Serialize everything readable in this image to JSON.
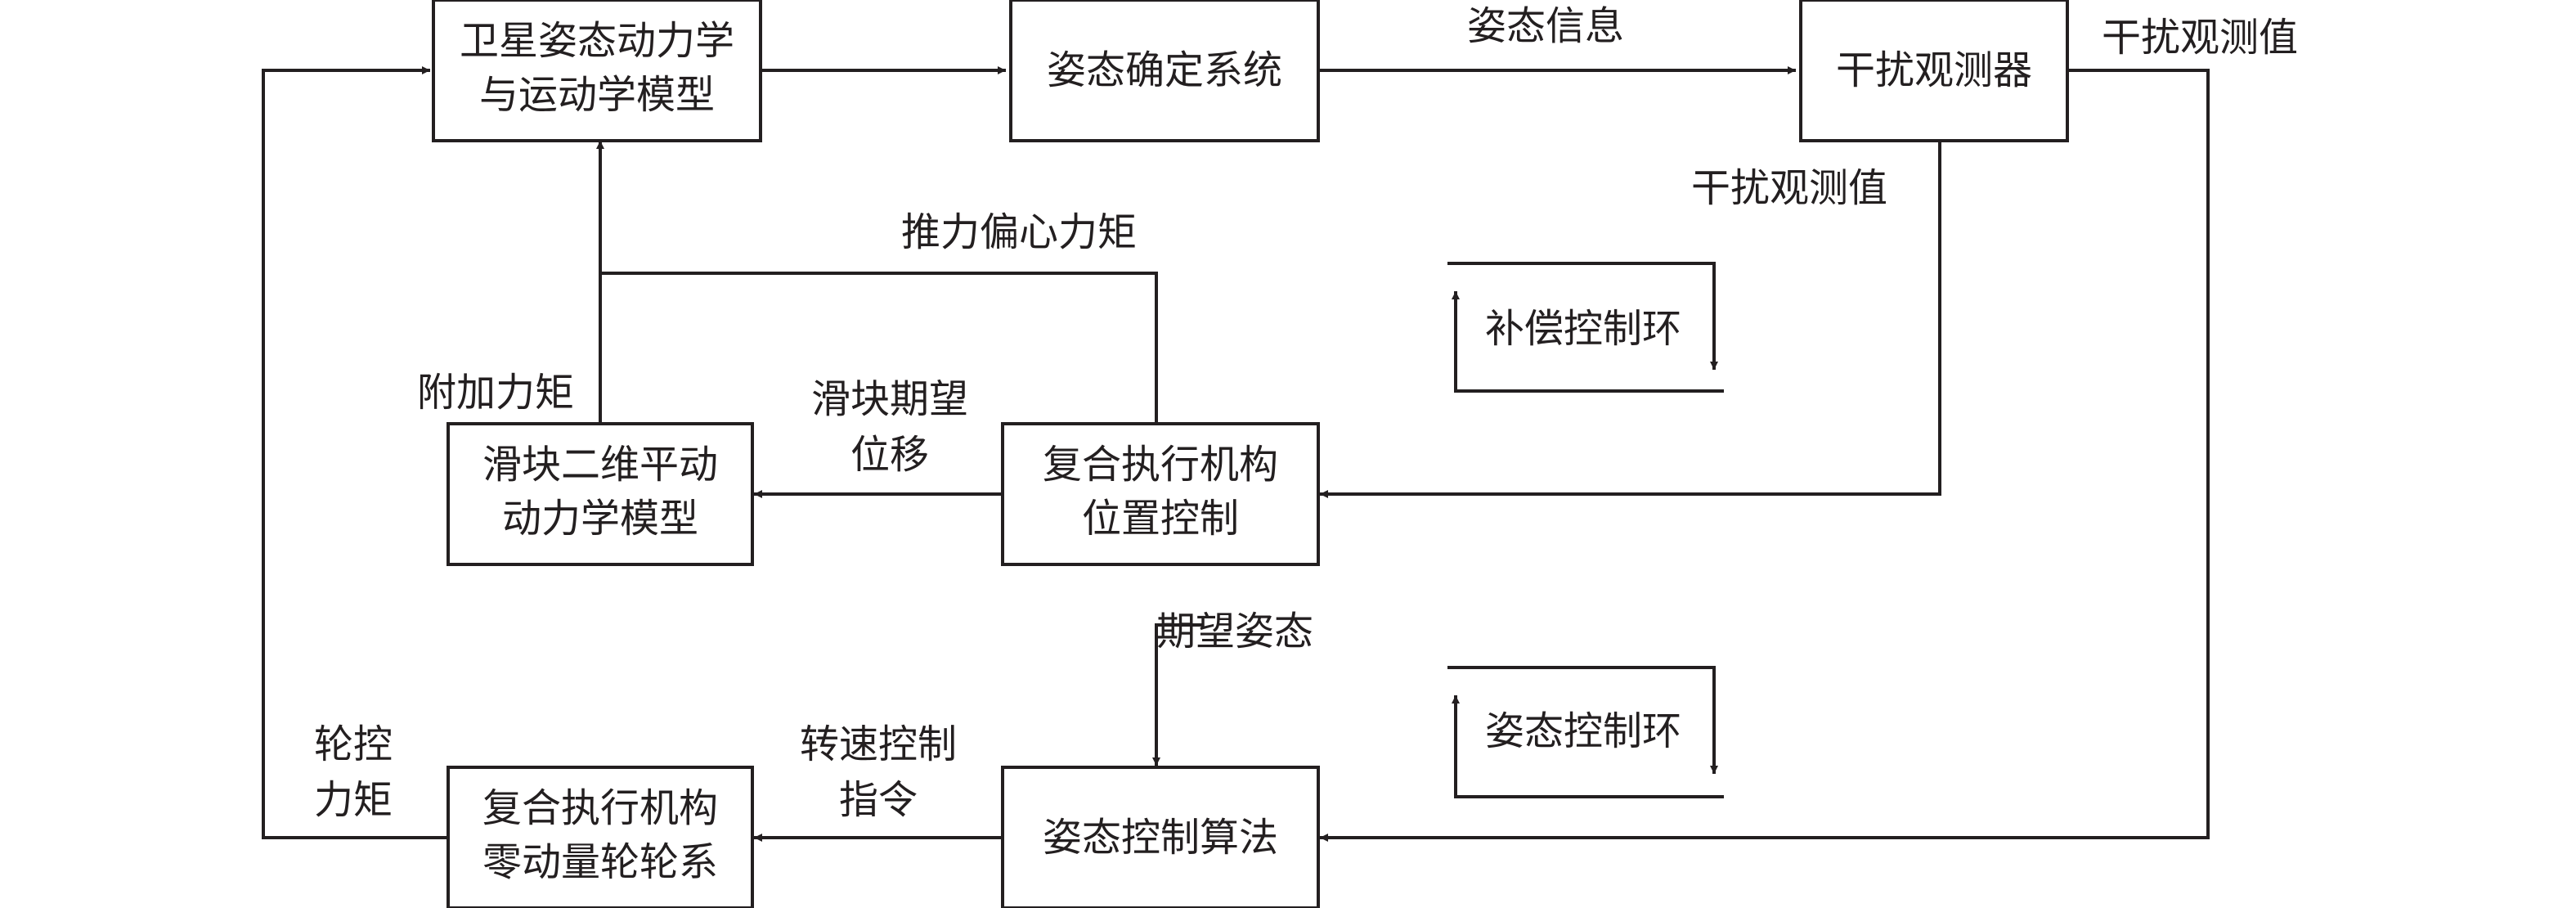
{
  "blocks": {
    "satellite_model": [
      "卫星姿态动力学",
      "与运动学模型"
    ],
    "attitude_determination": [
      "姿态确定系统"
    ],
    "disturbance_observer": [
      "干扰观测器"
    ],
    "slider_model": [
      "滑块二维平动",
      "动力学模型"
    ],
    "actuator_position": [
      "复合执行机构",
      "位置控制"
    ],
    "attitude_control": [
      "姿态控制算法"
    ],
    "momentum_wheels": [
      "复合执行机构",
      "零动量轮轮系"
    ]
  },
  "labels": {
    "attitude_info": "姿态信息",
    "disturbance_value_right": "干扰观测值",
    "disturbance_value_inner": "干扰观测值",
    "thrust_torque": "推力偏心力矩",
    "additional_torque": "附加力矩",
    "slider_displacement": [
      "滑块期望",
      "位移"
    ],
    "compensation_loop": "补偿控制环",
    "desired_attitude": "期望姿态",
    "attitude_loop": "姿态控制环",
    "wheel_torque": [
      "轮控",
      "力矩"
    ],
    "speed_command": [
      "转速控制",
      "指令"
    ]
  }
}
